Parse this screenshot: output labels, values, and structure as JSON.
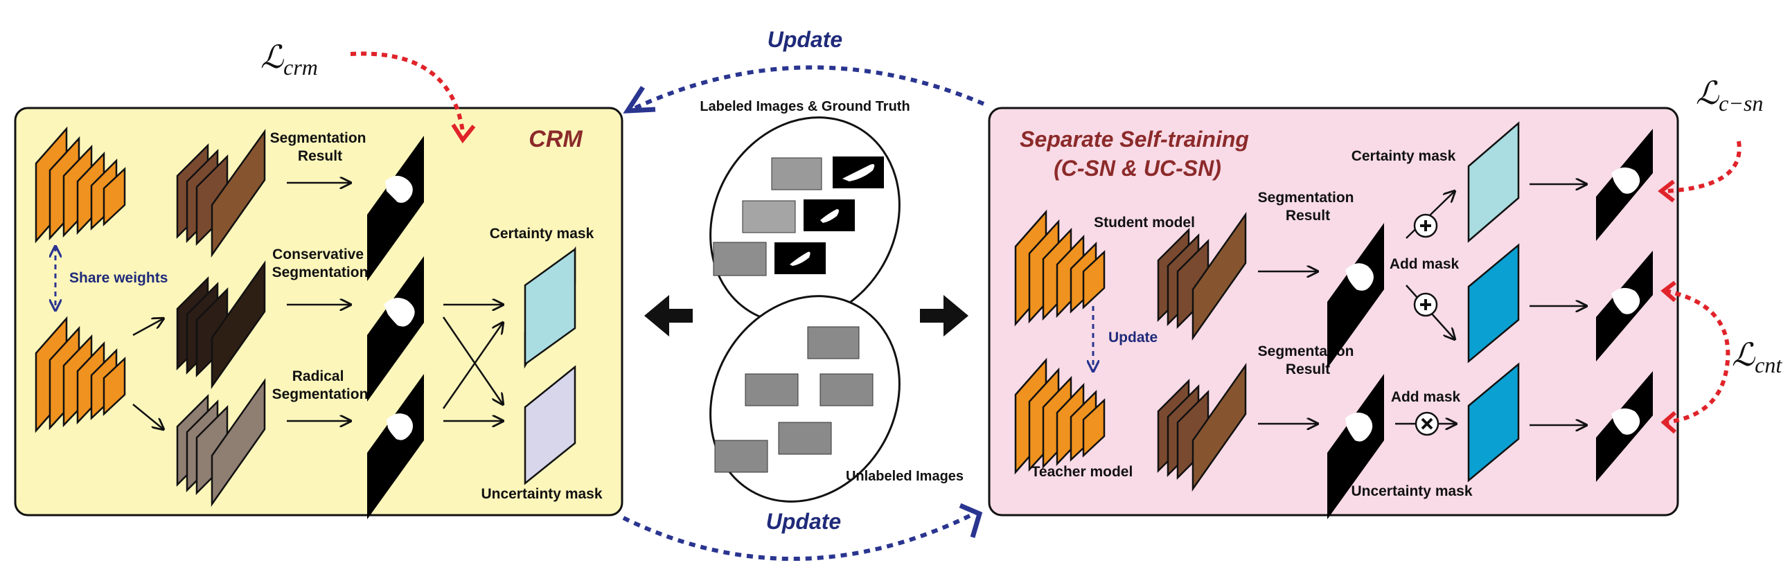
{
  "diagram": {
    "update_top": "Update",
    "update_bottom": "Update",
    "loss_crm": {
      "symbol": "ℒ",
      "subscript": "crm"
    },
    "loss_csn": {
      "symbol": "ℒ",
      "subscript": "c−sn"
    },
    "loss_cnt": {
      "symbol": "ℒ",
      "subscript": "cnt"
    },
    "crm_panel": {
      "title": "CRM",
      "segmentation_result": [
        "Segmentation",
        "Result"
      ],
      "conservative_segmentation": [
        "Conservative",
        "Segmentation"
      ],
      "radical_segmentation": [
        "Radical",
        "Segmentation"
      ],
      "share_weights": "Share weights",
      "certainty_mask": "Certainty mask",
      "uncertainty_mask": "Uncertainty mask"
    },
    "data_center": {
      "labeled_title": "Labeled Images & Ground Truth",
      "unlabeled_title": "Unlabeled Images"
    },
    "sst_panel": {
      "title_line1": "Separate Self-training",
      "title_line2": "(C-SN & UC-SN)",
      "student_model": "Student model",
      "teacher_model": "Teacher model",
      "update": "Update",
      "segmentation_result_top": [
        "Segmentation",
        "Result"
      ],
      "segmentation_result_bottom": [
        "Segmentation",
        "Result"
      ],
      "certainty_mask": "Certainty mask",
      "add_mask_top": "Add mask",
      "add_mask_bottom": "Add mask",
      "uncertainty_mask": "Uncertainty mask"
    },
    "colors": {
      "crm_bg": "#fcf6bb",
      "sst_bg": "#f8dbe6",
      "encoder_orange": "#f0921f",
      "update_blue": "#1f2a7a",
      "loss_red": "#e0232a",
      "title_red": "#8b2a2a",
      "certainty_fill": "#a9dde1",
      "uncertainty_fill": "#d7d6ea",
      "uncertainty_blue": "#0aa0d2"
    }
  }
}
